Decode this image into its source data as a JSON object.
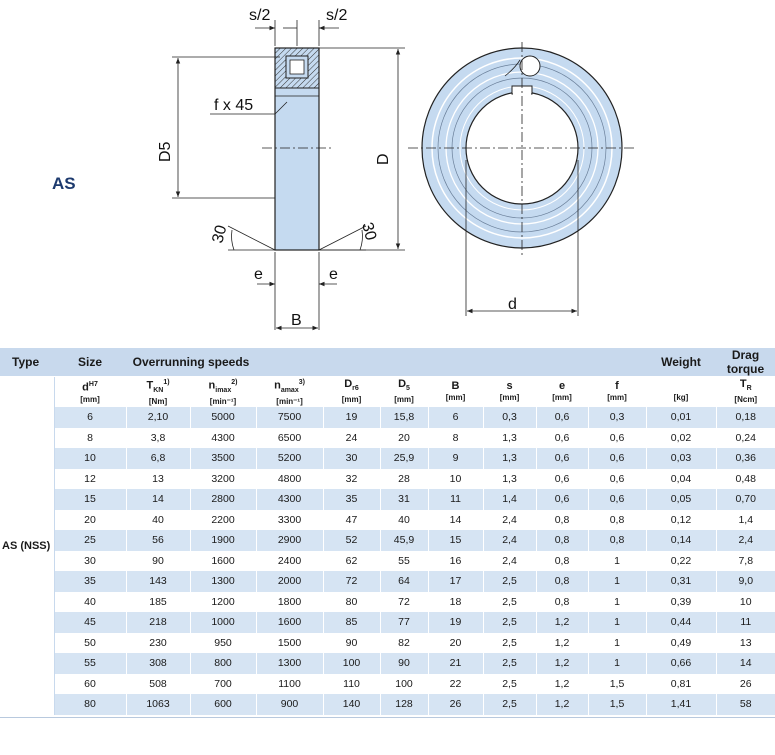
{
  "drawing": {
    "series_label": "AS",
    "dims": {
      "s_half_left": "s/2",
      "s_half_right": "s/2",
      "chamfer": "f x 45",
      "d5": "D5",
      "d_outer": "D",
      "angle_left": "30",
      "angle_right": "30",
      "e_left": "e",
      "e_right": "e",
      "width": "B",
      "bore": "d"
    },
    "colors": {
      "body_fill": "#c5daf0",
      "line": "#222222",
      "accent": "#1d3a6e"
    }
  },
  "table": {
    "groups": {
      "type": "Type",
      "size": "Size",
      "overrunning": "Overrunning speeds",
      "weight": "Weight",
      "drag": "Drag torque"
    },
    "columns": [
      {
        "main": "d",
        "sub": "",
        "sup": "H7",
        "unit": "[mm]"
      },
      {
        "main": "T",
        "sub": "KN",
        "sup": "1)",
        "unit": "[Nm]"
      },
      {
        "main": "n",
        "sub": "imax",
        "sup": "2)",
        "unit": "[min⁻¹]"
      },
      {
        "main": "n",
        "sub": "amax",
        "sup": "3)",
        "unit": "[min⁻¹]"
      },
      {
        "main": "D",
        "sub": "r6",
        "sup": "",
        "unit": "[mm]"
      },
      {
        "main": "D",
        "sub": "5",
        "sup": "",
        "unit": "[mm]"
      },
      {
        "main": "B",
        "sub": "",
        "sup": "",
        "unit": "[mm]"
      },
      {
        "main": "s",
        "sub": "",
        "sup": "",
        "unit": "[mm]"
      },
      {
        "main": "e",
        "sub": "",
        "sup": "",
        "unit": "[mm]"
      },
      {
        "main": "f",
        "sub": "",
        "sup": "",
        "unit": "[mm]"
      },
      {
        "main": "",
        "sub": "",
        "sup": "",
        "unit": "[kg]"
      },
      {
        "main": "T",
        "sub": "R",
        "sup": "",
        "unit": "[Ncm]"
      }
    ],
    "type_name": "AS (NSS)",
    "rows": [
      [
        "6",
        "2,10",
        "5000",
        "7500",
        "19",
        "15,8",
        "6",
        "0,3",
        "0,6",
        "0,3",
        "0,01",
        "0,18"
      ],
      [
        "8",
        "3,8",
        "4300",
        "6500",
        "24",
        "20",
        "8",
        "1,3",
        "0,6",
        "0,6",
        "0,02",
        "0,24"
      ],
      [
        "10",
        "6,8",
        "3500",
        "5200",
        "30",
        "25,9",
        "9",
        "1,3",
        "0,6",
        "0,6",
        "0,03",
        "0,36"
      ],
      [
        "12",
        "13",
        "3200",
        "4800",
        "32",
        "28",
        "10",
        "1,3",
        "0,6",
        "0,6",
        "0,04",
        "0,48"
      ],
      [
        "15",
        "14",
        "2800",
        "4300",
        "35",
        "31",
        "11",
        "1,4",
        "0,6",
        "0,6",
        "0,05",
        "0,70"
      ],
      [
        "20",
        "40",
        "2200",
        "3300",
        "47",
        "40",
        "14",
        "2,4",
        "0,8",
        "0,8",
        "0,12",
        "1,4"
      ],
      [
        "25",
        "56",
        "1900",
        "2900",
        "52",
        "45,9",
        "15",
        "2,4",
        "0,8",
        "0,8",
        "0,14",
        "2,4"
      ],
      [
        "30",
        "90",
        "1600",
        "2400",
        "62",
        "55",
        "16",
        "2,4",
        "0,8",
        "1",
        "0,22",
        "7,8"
      ],
      [
        "35",
        "143",
        "1300",
        "2000",
        "72",
        "64",
        "17",
        "2,5",
        "0,8",
        "1",
        "0,31",
        "9,0"
      ],
      [
        "40",
        "185",
        "1200",
        "1800",
        "80",
        "72",
        "18",
        "2,5",
        "0,8",
        "1",
        "0,39",
        "10"
      ],
      [
        "45",
        "218",
        "1000",
        "1600",
        "85",
        "77",
        "19",
        "2,5",
        "1,2",
        "1",
        "0,44",
        "11"
      ],
      [
        "50",
        "230",
        "950",
        "1500",
        "90",
        "82",
        "20",
        "2,5",
        "1,2",
        "1",
        "0,49",
        "13"
      ],
      [
        "55",
        "308",
        "800",
        "1300",
        "100",
        "90",
        "21",
        "2,5",
        "1,2",
        "1",
        "0,66",
        "14"
      ],
      [
        "60",
        "508",
        "700",
        "1100",
        "110",
        "100",
        "22",
        "2,5",
        "1,2",
        "1,5",
        "0,81",
        "26"
      ],
      [
        "80",
        "1063",
        "600",
        "900",
        "140",
        "128",
        "26",
        "2,5",
        "1,2",
        "1,5",
        "1,41",
        "58"
      ]
    ],
    "colors": {
      "header_bg": "#c8d9ed",
      "stripe": "#d6e4f3"
    }
  }
}
